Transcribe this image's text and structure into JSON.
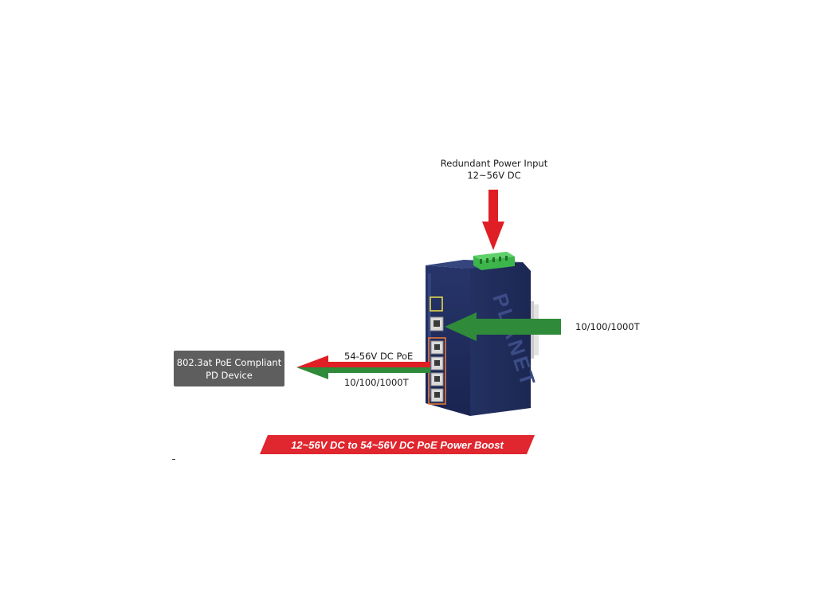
{
  "redundant_power": {
    "title": "Redundant Power Input",
    "voltage": "12~56V DC"
  },
  "uplink_port_label": "10/100/1000T",
  "poe_output_label": "54-56V DC PoE",
  "poe_data_label": "10/100/1000T",
  "pd_device": {
    "line1": "802.3at PoE Compliant",
    "line2": "PD Device"
  },
  "banner": "12~56V DC to 54~56V DC PoE Power Boost",
  "brand_watermark": "PLANET",
  "colors": {
    "switch_body": "#1f2a55",
    "switch_side": "#2b3a6e",
    "power_arrow": "#e01e25",
    "data_arrow": "#2f8a3a",
    "terminal_block": "#3cb54a",
    "banner": "#e0262e",
    "pd_box": "#5e5e5e"
  }
}
